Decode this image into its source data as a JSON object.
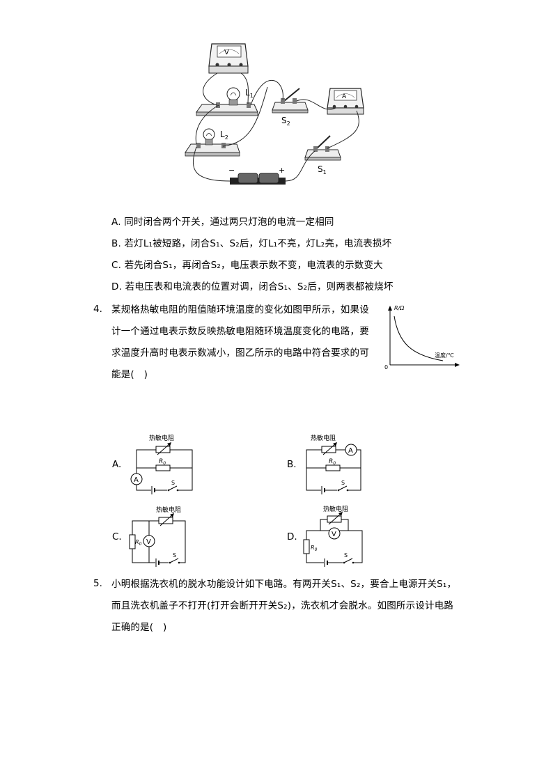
{
  "fig_top": {
    "voltmeter": "V",
    "ammeter": "A",
    "L1": "L",
    "L1_sub": "1",
    "L2": "L",
    "L2_sub": "2",
    "S1": "S",
    "S1_sub": "1",
    "S2": "S",
    "S2_sub": "2",
    "minus": "−",
    "plus": "+"
  },
  "q3_options": [
    {
      "label": "A.",
      "text": "同时闭合两个开关，通过两只灯泡的电流一定相同"
    },
    {
      "label": "B.",
      "text": "若灯L₁被短路，闭合S₁、S₂后，灯L₁不亮，灯L₂亮，电流表损坏"
    },
    {
      "label": "C.",
      "text": "若先闭合S₁，再闭合S₂，电压表示数不变，电流表的示数变大"
    },
    {
      "label": "D.",
      "text": "若电压表和电流表的位置对调，闭合S₁、S₂后，则两表都被烧坏"
    }
  ],
  "q4": {
    "number": "4.",
    "lines": [
      "某规格热敏电阻的阻值随环境温度的变化如图甲所示，如果设",
      "计一个通过电表示数反映热敏电阻随环境温度变化的电路，要",
      "求温度升高时电表示数减小，图乙所示的电路中符合要求的可",
      "能是(　)"
    ],
    "graph": {
      "ylabel": "R/Ω",
      "xlabel": "温度/℃",
      "origin": "0"
    },
    "circuits": [
      {
        "label": "A.",
        "thermistor": "热敏电阻",
        "r0": "R",
        "r0_sub": "0",
        "meter": "A",
        "switch": "S"
      },
      {
        "label": "B.",
        "thermistor": "热敏电阻",
        "r0": "R",
        "r0_sub": "0",
        "meter": "A",
        "switch": "S"
      },
      {
        "label": "C.",
        "thermistor": "热敏电阻",
        "r0": "R",
        "r0_sub": "0",
        "meter": "V",
        "switch": "S"
      },
      {
        "label": "D.",
        "thermistor": "热敏电阻",
        "r0": "R",
        "r0_sub": "0",
        "meter": "V",
        "switch": "S"
      }
    ]
  },
  "q5": {
    "number": "5.",
    "lines": [
      "小明根据洗衣机的脱水功能设计如下电路。有两开关S₁、S₂，要合上电源开关S₁，",
      "而且洗衣机盖子不打开(打开会断开开关S₂)，洗衣机才会脱水。如图所示设计电路",
      "正确的是(　)"
    ]
  }
}
